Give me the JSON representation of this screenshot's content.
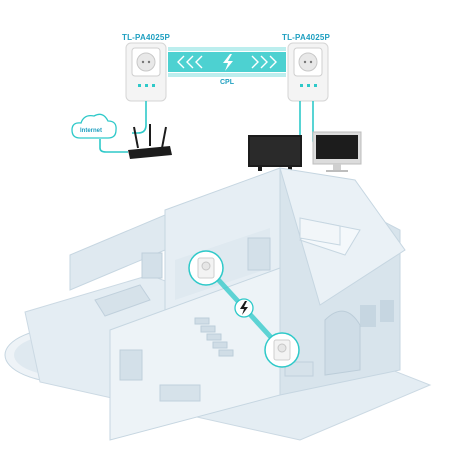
{
  "adapter_left": {
    "model": "TL-PA4025P"
  },
  "adapter_right": {
    "model": "TL-PA4025P"
  },
  "link": {
    "label": "CPL"
  },
  "cloud": {
    "label": "Internet"
  },
  "colors": {
    "accent": "#2ec9c9",
    "accent_dark": "#1e9fc0",
    "house": "#dfe9f0",
    "house_shade": "#c6d6e1",
    "device": "#1c1c1c"
  },
  "icons": [
    "lightning-icon",
    "chevron-left-icon",
    "chevron-right-icon",
    "cloud-icon",
    "router-icon",
    "tv-icon",
    "monitor-icon",
    "powerline-adapter-icon"
  ]
}
